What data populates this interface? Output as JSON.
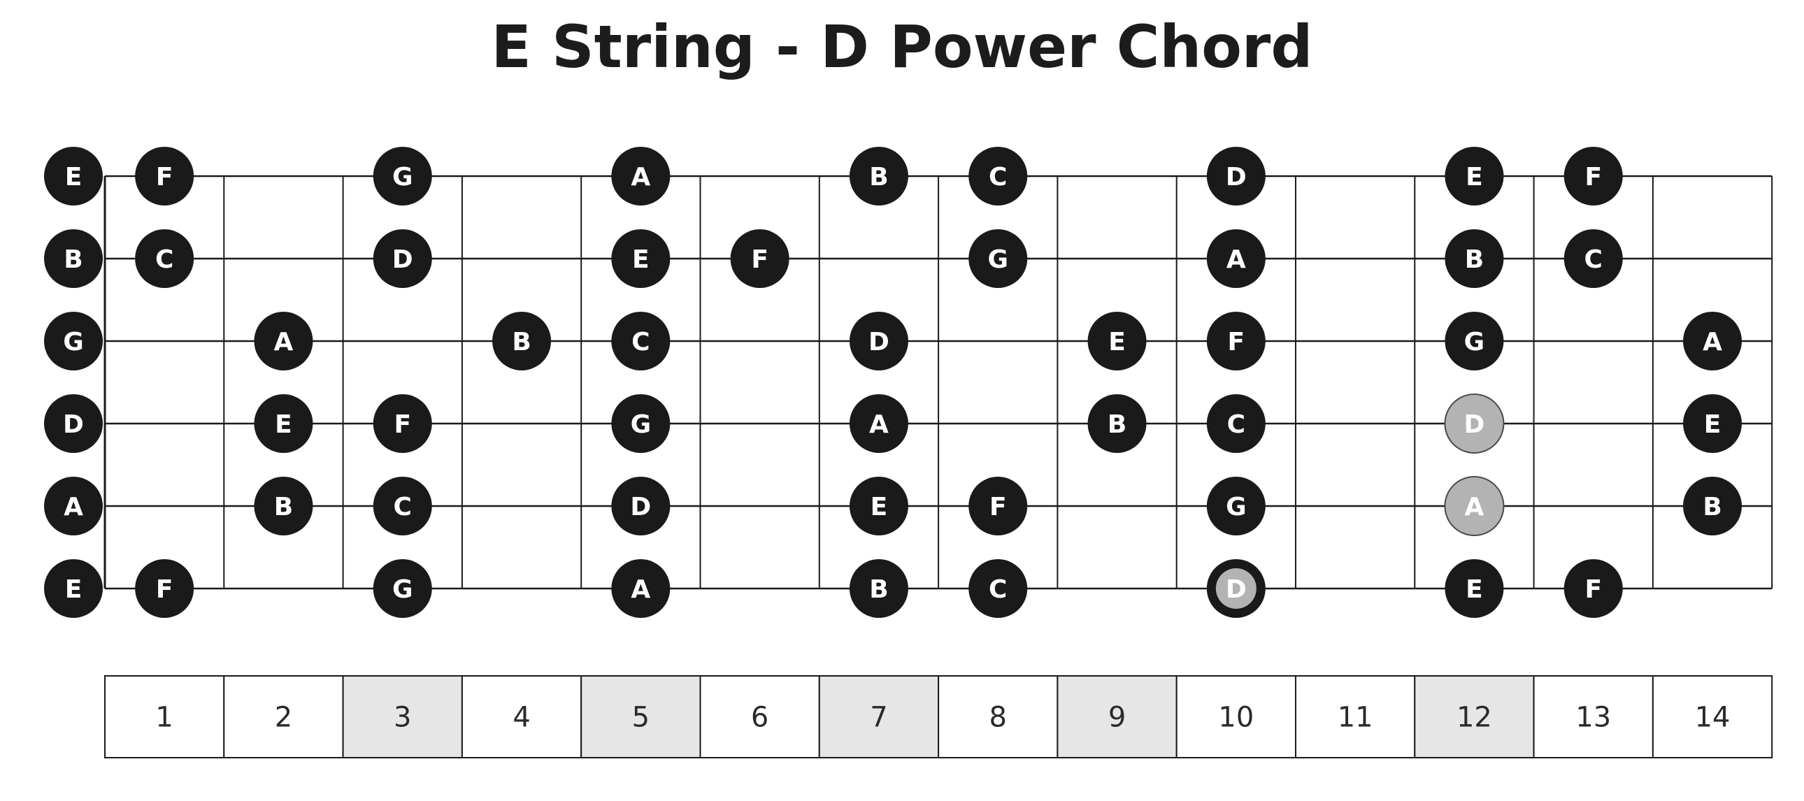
{
  "title": "E String - D Power Chord",
  "colors": {
    "note": "#1a1a1a",
    "note_text": "#ffffff",
    "chord_fill": "#b3b3b3",
    "chord_stroke": "#4a4a4a",
    "root_ring": "#1a1a1a",
    "marker_fill": "#e6e6e6",
    "line": "#1a1a1a"
  },
  "fretboard": {
    "string_count": 6,
    "fret_count": 14,
    "strings": [
      {
        "name": "E",
        "notes": [
          [
            "0",
            "E"
          ],
          [
            "1",
            "F"
          ],
          [
            "3",
            "G"
          ],
          [
            "5",
            "A"
          ],
          [
            "7",
            "B"
          ],
          [
            "8",
            "C"
          ],
          [
            "10",
            "D"
          ],
          [
            "12",
            "E"
          ],
          [
            "13",
            "F"
          ]
        ]
      },
      {
        "name": "B",
        "notes": [
          [
            "0",
            "B"
          ],
          [
            "1",
            "C"
          ],
          [
            "3",
            "D"
          ],
          [
            "5",
            "E"
          ],
          [
            "6",
            "F"
          ],
          [
            "8",
            "G"
          ],
          [
            "10",
            "A"
          ],
          [
            "12",
            "B"
          ],
          [
            "13",
            "C"
          ]
        ]
      },
      {
        "name": "G",
        "notes": [
          [
            "0",
            "G"
          ],
          [
            "2",
            "A"
          ],
          [
            "4",
            "B"
          ],
          [
            "5",
            "C"
          ],
          [
            "7",
            "D"
          ],
          [
            "9",
            "E"
          ],
          [
            "10",
            "F"
          ],
          [
            "12",
            "G"
          ],
          [
            "14",
            "A"
          ]
        ]
      },
      {
        "name": "D",
        "notes": [
          [
            "0",
            "D"
          ],
          [
            "2",
            "E"
          ],
          [
            "3",
            "F"
          ],
          [
            "5",
            "G"
          ],
          [
            "7",
            "A"
          ],
          [
            "9",
            "B"
          ],
          [
            "10",
            "C"
          ],
          [
            "12",
            "D"
          ],
          [
            "14",
            "E"
          ]
        ]
      },
      {
        "name": "A",
        "notes": [
          [
            "0",
            "A"
          ],
          [
            "2",
            "B"
          ],
          [
            "3",
            "C"
          ],
          [
            "5",
            "D"
          ],
          [
            "7",
            "E"
          ],
          [
            "8",
            "F"
          ],
          [
            "10",
            "G"
          ],
          [
            "12",
            "A"
          ],
          [
            "14",
            "B"
          ]
        ]
      },
      {
        "name": "E",
        "notes": [
          [
            "0",
            "E"
          ],
          [
            "1",
            "F"
          ],
          [
            "3",
            "G"
          ],
          [
            "5",
            "A"
          ],
          [
            "7",
            "B"
          ],
          [
            "8",
            "C"
          ],
          [
            "10",
            "D"
          ],
          [
            "12",
            "E"
          ],
          [
            "13",
            "F"
          ]
        ]
      }
    ],
    "chord_tones": [
      {
        "string": 5,
        "fret": 10,
        "note": "D",
        "role": "root"
      },
      {
        "string": 4,
        "fret": 12,
        "note": "A",
        "role": "fifth"
      },
      {
        "string": 3,
        "fret": 12,
        "note": "D",
        "role": "octave"
      }
    ],
    "fret_numbers": [
      "1",
      "2",
      "3",
      "4",
      "5",
      "6",
      "7",
      "8",
      "9",
      "10",
      "11",
      "12",
      "13",
      "14"
    ],
    "marker_frets": [
      3,
      5,
      7,
      9,
      12
    ]
  }
}
